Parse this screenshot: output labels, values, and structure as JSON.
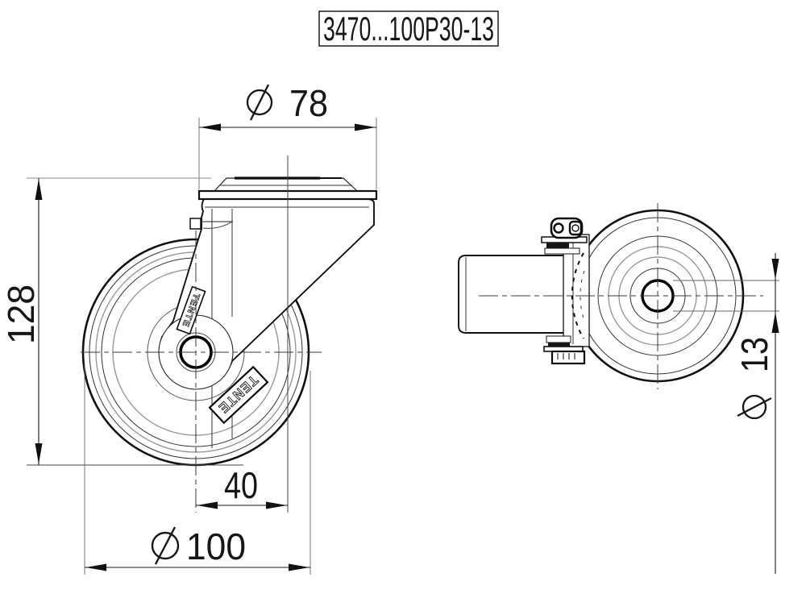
{
  "drawing": {
    "background_color": "#ffffff",
    "line_color": "#1a1a1a",
    "centerline_color": "#3a3a3a",
    "secondary_line_color": "#999999"
  },
  "title_block": {
    "model_code": "3470...100P30-13"
  },
  "branding": {
    "wheel_label": "TENTE",
    "fork_label": "TENTE"
  },
  "dimensions": {
    "plate_diameter": {
      "symbol": "Ø",
      "value": "78"
    },
    "total_height": {
      "value": "128"
    },
    "offset": {
      "value": "40"
    },
    "wheel_diameter": {
      "symbol": "Ø",
      "value": "100"
    },
    "bolt_hole_diameter": {
      "symbol": "Ø",
      "value": "13"
    }
  }
}
